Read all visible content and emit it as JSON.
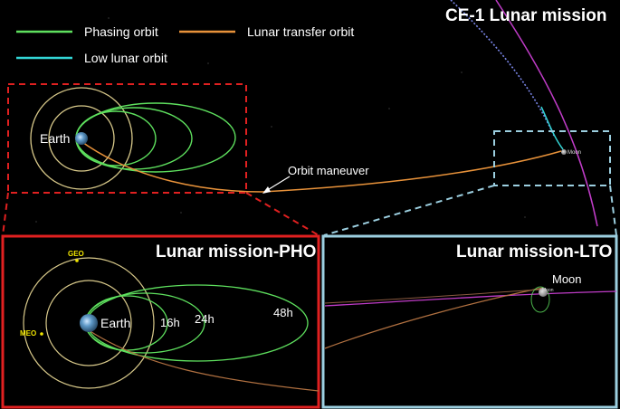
{
  "title": "CE-1 Lunar mission",
  "legend": {
    "phasing": "Phasing orbit",
    "transfer": "Lunar transfer orbit",
    "low_lunar": "Low lunar orbit"
  },
  "colors": {
    "phasing": "#5ee05e",
    "transfer": "#e8923a",
    "low_lunar": "#33d6d6",
    "inner_orbits": "#d8c98a",
    "moon_orbit": "#c03cc8",
    "moon_track": "#7a86e8",
    "pho_frame": "#e02020",
    "lto_frame": "#9ccfe0"
  },
  "top_view": {
    "earth_label": "Earth",
    "moon_label": "Moon",
    "maneuver_label": "Orbit maneuver"
  },
  "pho_panel": {
    "title": "Lunar mission-PHO",
    "geo_label": "GEO",
    "meo_label": "MEO",
    "earth_label": "Earth",
    "orbit_labels": [
      "16h",
      "24h",
      "48h"
    ]
  },
  "lto_panel": {
    "title": "Lunar mission-LTO",
    "moon_label": "Moon",
    "moon_small_label": "Moon"
  }
}
